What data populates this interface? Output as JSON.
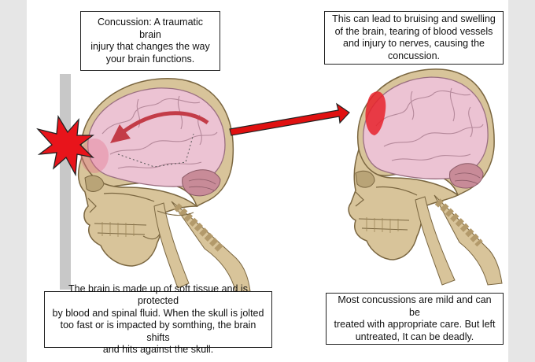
{
  "captions": {
    "concussion_definition": "Concussion: A traumatic brain\ninjury that changes the way\nyour brain functions.",
    "consequences": "This can lead to bruising and swelling\nof the brain, tearing of blood vessels\nand injury to nerves, causing the\nconcussion.",
    "mechanism": "The brain is made up of soft tissue and is protected\nby blood and spinal fluid. When the skull  is jolted\ntoo fast or is impacted by somthing, the brain shifts\nand hits against the skull.",
    "outcome": "Most concussions are mild and can be\ntreated with appropriate care. But left\nuntreated, It can be deadly."
  },
  "colors": {
    "impact_star": "#e8141b",
    "arrow": "#e01010",
    "bone": "#d8c49a",
    "brain": "#ecc3d3",
    "bruise": "#e8222b",
    "wall": "#c8c8c8"
  }
}
